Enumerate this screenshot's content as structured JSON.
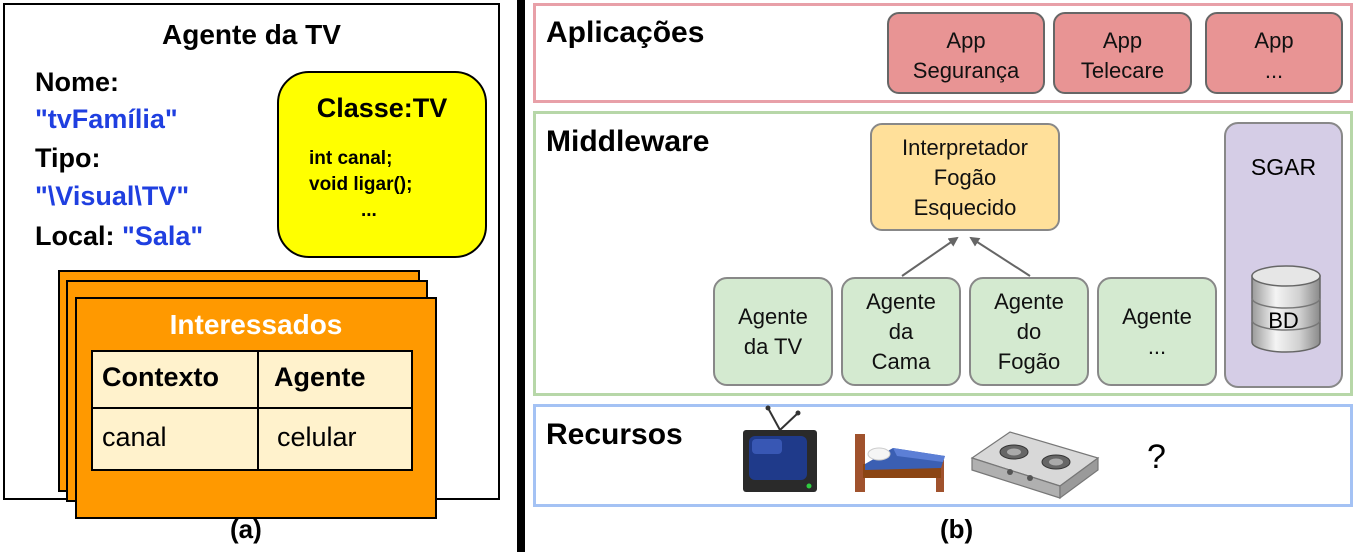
{
  "panel_a": {
    "title": "Agente da TV",
    "name_key": "Nome:",
    "name_value": "\"tvFamília\"",
    "type_key": "Tipo:",
    "type_value": "\"\\Visual\\TV\"",
    "local_key": "Local:",
    "local_value": "\"Sala\"",
    "class_title": "Classe:TV",
    "class_lines": [
      "int canal;",
      "void ligar();",
      "..."
    ],
    "interested_title": "Interessados",
    "table_headers": [
      "Contexto",
      "Agente"
    ],
    "table_row": [
      "canal",
      "celular"
    ],
    "label": "(a)"
  },
  "panel_b": {
    "applications": {
      "title": "Aplicações",
      "apps": [
        {
          "line1": "App",
          "line2": "Segurança"
        },
        {
          "line1": "App",
          "line2": "Telecare"
        },
        {
          "line1": "App",
          "line2": "..."
        }
      ]
    },
    "middleware": {
      "title": "Middleware",
      "interpreter": [
        "Interpretador",
        "Fogão",
        "Esquecido"
      ],
      "agents": [
        [
          "Agente",
          "da TV"
        ],
        [
          "Agente",
          "da",
          "Cama"
        ],
        [
          "Agente",
          "do",
          "Fogão"
        ],
        [
          "Agente",
          "..."
        ]
      ],
      "sgar": "SGAR",
      "db": "BD"
    },
    "resources": {
      "title": "Recursos",
      "icons": [
        "tv-icon",
        "bed-icon",
        "stove-icon"
      ],
      "unknown": "?"
    },
    "label": "(b)"
  },
  "colors": {
    "value_blue": "#1f3fe0",
    "class_yellow": "#ffff00",
    "interested_orange": "#ff9900",
    "apps_red": "#e89494",
    "agents_green": "#d4ead0",
    "interpreter_yellow": "#ffe09a",
    "sgar_purple": "#d5cde6"
  }
}
